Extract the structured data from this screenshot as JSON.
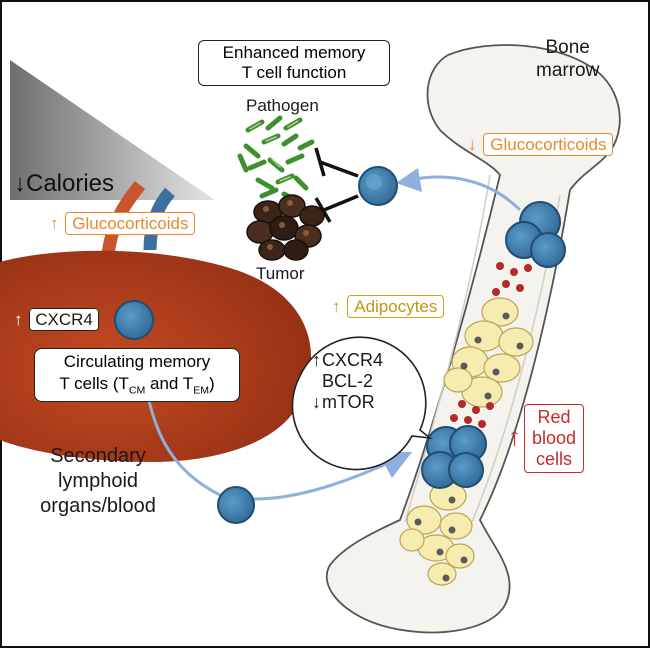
{
  "title_box": {
    "line1": "Enhanced memory",
    "line2": "T cell function"
  },
  "pathogen_label": "Pathogen",
  "tumor_label": "Tumor",
  "bone_marrow": {
    "line1": "Bone",
    "line2": "marrow"
  },
  "calories": {
    "arrow": "↓",
    "text": "Calories"
  },
  "glucocorticoids_up": {
    "arrow": "↑",
    "text": "Glucocorticoids"
  },
  "glucocorticoids_down": {
    "arrow": "↓",
    "text": "Glucocorticoids"
  },
  "adipocytes": {
    "arrow": "↑",
    "text": "Adipocytes"
  },
  "cxcr4_left": {
    "arrow": "↑",
    "text": "CXCR4"
  },
  "circulating": {
    "line1": "Circulating memory",
    "line2_pre": "T cells (T",
    "sub1": "CM",
    "mid": " and T",
    "sub2": "EM",
    "post": ")"
  },
  "bubble": {
    "up_arrow": "↑",
    "line1": "CXCR4",
    "line2": "BCL-2",
    "down_arrow": "↓",
    "line3": "mTOR"
  },
  "red_blood": {
    "arrow": "↑",
    "line1": "Red",
    "line2": "blood",
    "line3": "cells"
  },
  "secondary": {
    "line1": "Secondary",
    "line2": "lymphoid",
    "line3": "organs/blood"
  },
  "colors": {
    "tcell": "#3f7fab",
    "organ": "#a83a1c",
    "bone": "#f4f3ee",
    "adipocyte": "#f7ecb0",
    "orange": "#e8892d",
    "red": "#c92a2a",
    "arrow": "#8fb0dd"
  }
}
